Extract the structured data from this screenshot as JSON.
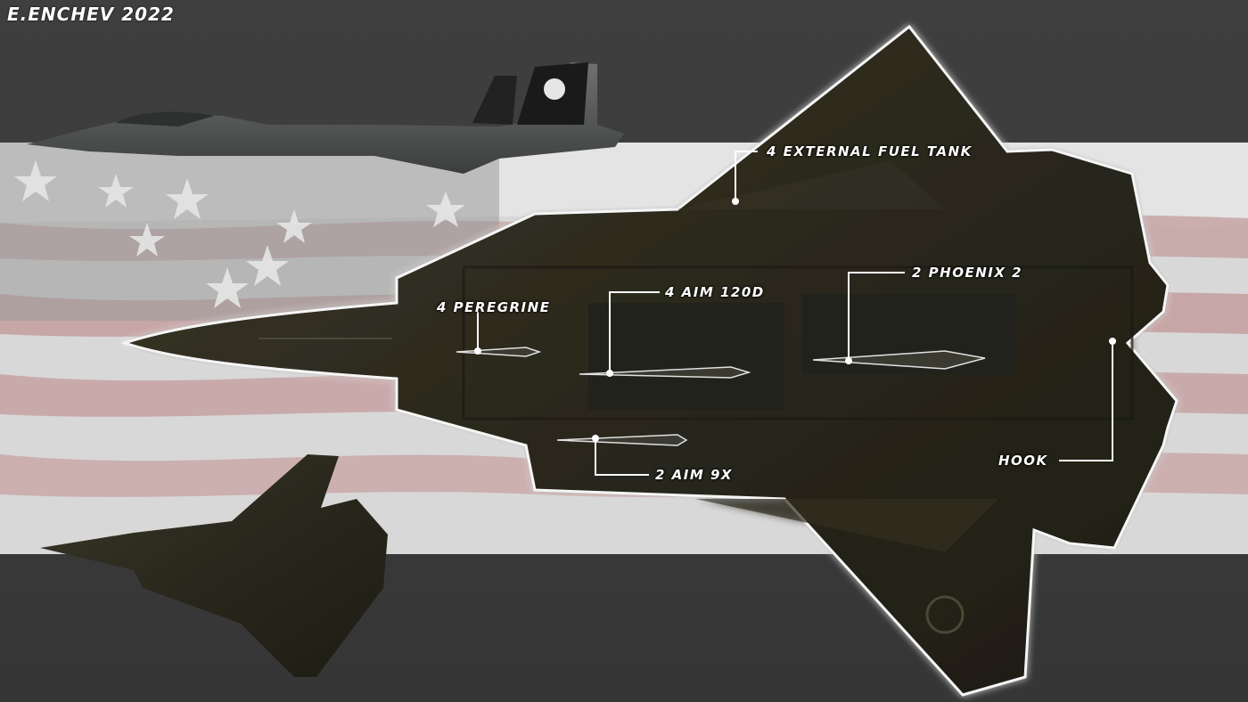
{
  "credit": "E.ENCHEV 2022",
  "callouts": {
    "fuel_tank": "4 EXTERNAL FUEL TANK",
    "phoenix": "2 PHOENIX 2",
    "aim120": "4 AIM 120D",
    "peregrine": "4 PEREGRINE",
    "aim9": "2 AIM 9X",
    "hook": "HOOK"
  },
  "colors": {
    "background": "#3d3d3d",
    "aircraft": "#2b2a1e",
    "flag_white": "#d9d9d9",
    "flag_red": "#c9a3a3",
    "callout": "#ffffff"
  }
}
